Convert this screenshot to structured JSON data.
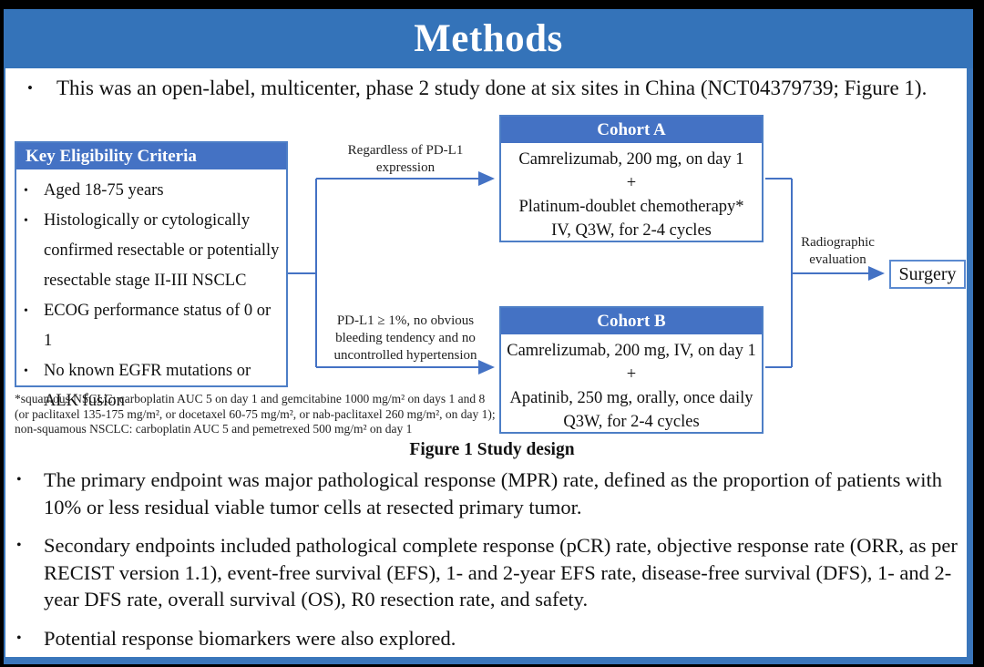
{
  "colors": {
    "banner_blue": "#3473b9",
    "box_header_blue": "#4472c4",
    "box_border_blue": "#4d7ec6",
    "connector_blue": "#4472c4"
  },
  "bullet_glyph": "•",
  "header": {
    "title": "Methods"
  },
  "intro": {
    "text": "This was an open-label, multicenter, phase 2 study done at six sites in China (NCT04379739; Figure 1)."
  },
  "figure": {
    "caption": "Figure 1 Study design",
    "eligibility": {
      "title": "Key Eligibility Criteria",
      "items": [
        "Aged 18-75 years",
        "Histologically or cytologically confirmed resectable or potentially resectable stage II-III NSCLC",
        "ECOG performance status of 0 or 1",
        "No known EGFR mutations or ALK fusion"
      ]
    },
    "branch_labels": {
      "to_cohort_a": "Regardless of PD-L1\nexpression",
      "to_cohort_b": "PD-L1 ≥ 1%, no obvious\nbleeding tendency and no\nuncontrolled hypertension",
      "to_surgery": "Radiographic\nevaluation"
    },
    "cohort_a": {
      "title": "Cohort A",
      "lines": [
        "Camrelizumab, 200 mg, on day 1",
        "+",
        "Platinum-doublet chemotherapy*",
        "IV, Q3W, for 2-4 cycles"
      ]
    },
    "cohort_b": {
      "title": "Cohort B",
      "lines": [
        "Camrelizumab, 200 mg, IV, on day 1",
        "+",
        "Apatinib, 250 mg, orally, once daily",
        "Q3W, for 2-4 cycles"
      ]
    },
    "surgery_box": {
      "label": "Surgery"
    },
    "footnote": "*squamous NSCLC: carboplatin AUC 5 on day 1 and gemcitabine 1000 mg/m² on days 1 and 8 (or paclitaxel 135-175 mg/m², or docetaxel 60-75 mg/m², or nab-paclitaxel 260 mg/m², on day 1); non-squamous NSCLC: carboplatin AUC 5 and pemetrexed 500 mg/m² on day 1"
  },
  "endpoints": {
    "items": [
      "The primary endpoint was major pathological response (MPR) rate, defined as the proportion of patients with 10% or less residual viable tumor cells at resected primary tumor.",
      "Secondary endpoints included pathological complete response (pCR) rate, objective response rate (ORR, as per RECIST version 1.1), event-free survival (EFS), 1- and 2-year EFS rate, disease-free survival (DFS), 1- and 2-year DFS rate, overall survival (OS), R0 resection rate, and safety.",
      "Potential response biomarkers were also explored."
    ]
  }
}
